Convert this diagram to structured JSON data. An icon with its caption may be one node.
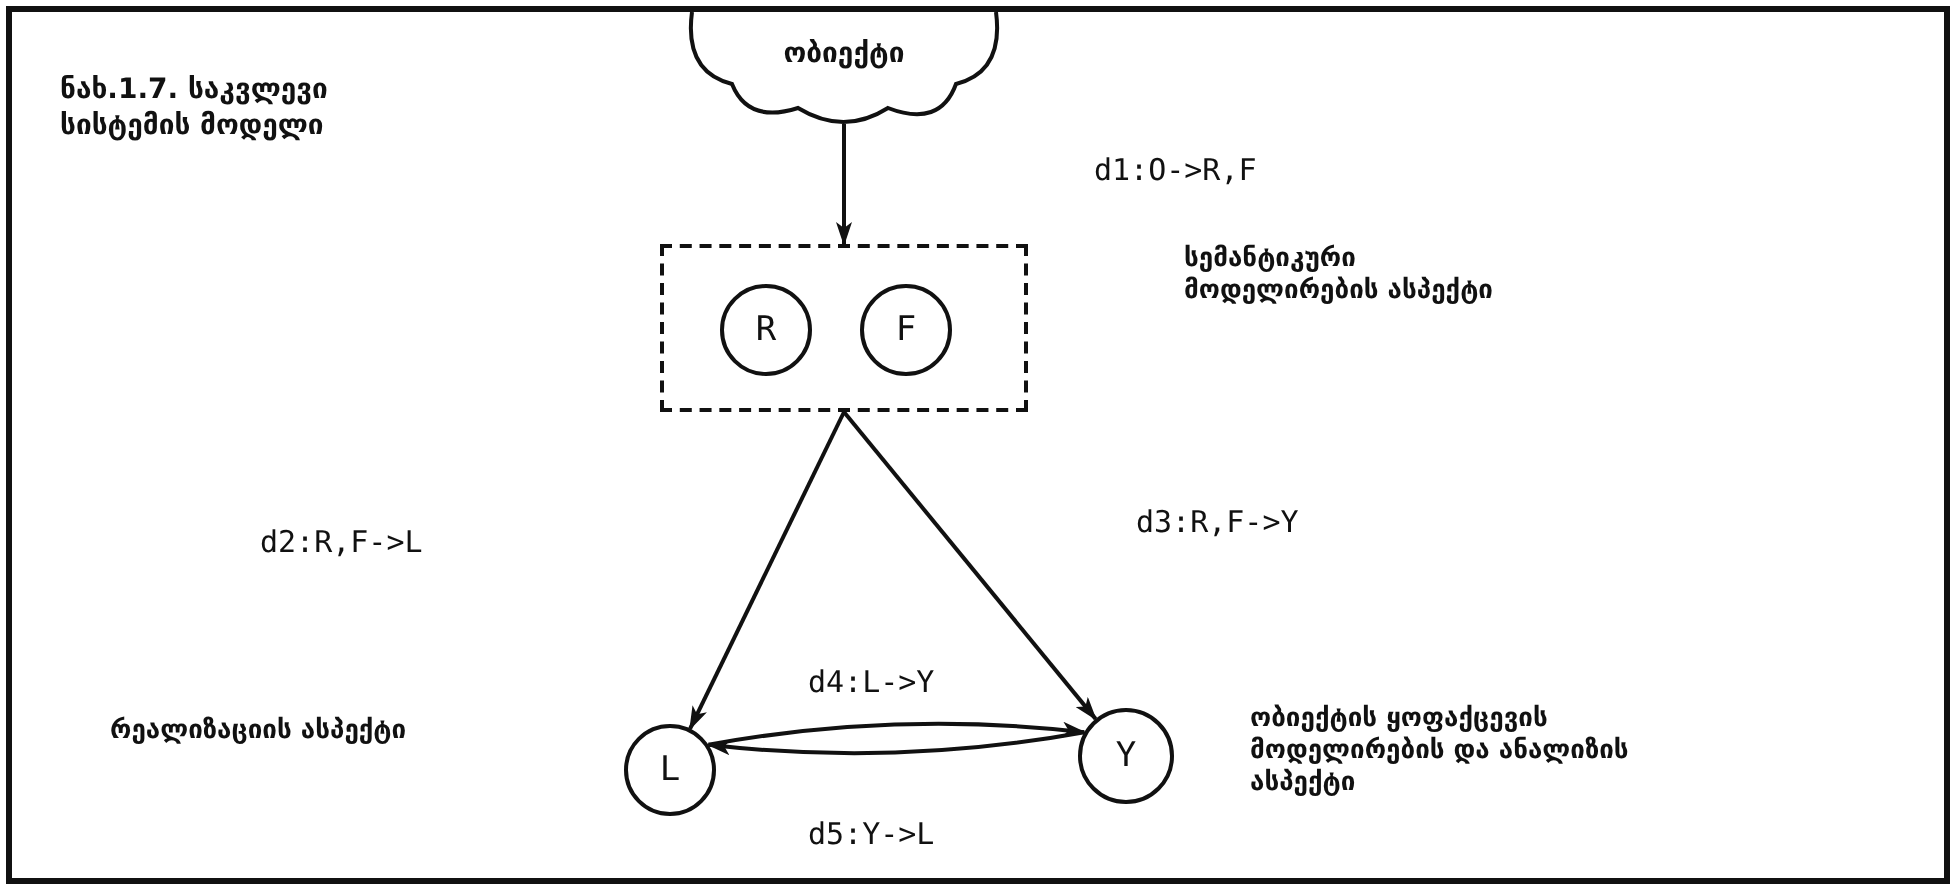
{
  "diagram": {
    "title": "ნახ.1.7. საკვლევი სისტემის მოდელი",
    "nodes": [
      {
        "text": [
          "ობიექტი"
        ]
      },
      {
        "text": [],
        "shape": "box"
      },
      {
        "text": [
          "R"
        ],
        "in": 1
      },
      {
        "text": [
          "F"
        ],
        "in": 1
      },
      {
        "text": [
          "L"
        ]
      },
      {
        "text": [
          "Y"
        ]
      }
    ],
    "edges": [
      {
        "from": 0,
        "to": 1,
        "arrow": "to"
      },
      {
        "from": 1,
        "to": 4,
        "arrow": "to"
      },
      {
        "from": 1,
        "to": 5,
        "arrow": "to"
      },
      {
        "from": 4,
        "to": 5,
        "arrow": "to",
        "label": "d4:L->Y"
      },
      {
        "from": 5,
        "to": 4,
        "arrow": "to",
        "label": "d5:Y->L"
      }
    ],
    "labels": [
      "d1:O->R,F",
      "სემანტიკური მოდელირების ასპექტი",
      "d2:R,F->L",
      "d3:R,F->Y",
      "რეალიზაციის ასპექტი",
      "ობიექტის ყოფაქცევის მოდელირების და ანალიზის ასპექტი"
    ]
  }
}
